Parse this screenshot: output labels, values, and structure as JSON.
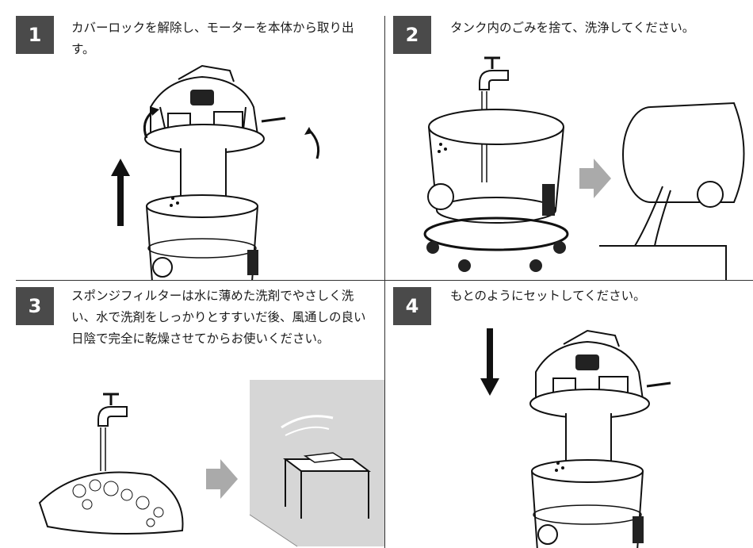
{
  "steps": [
    {
      "number": "1",
      "text": "カバーロックを解除し、モーターを本体から取り出す。"
    },
    {
      "number": "2",
      "text": "タンク内のごみを捨て、洗浄してください。"
    },
    {
      "number": "3",
      "text": "スポンジフィルターは水に薄めた洗剤でやさしく洗い、水で洗剤をしっかりとすすいだ後、風通しの良い日陰で完全に乾燥させてからお使いください。"
    },
    {
      "number": "4",
      "text": "もとのようにセットしてください。"
    }
  ],
  "colors": {
    "badge": "#4a4a4a",
    "arrow_gray": "#aaaaaa",
    "line": "#111111"
  },
  "icons": [
    "up-arrow-icon",
    "rotate-arrow-icon",
    "right-arrow-icon",
    "down-arrow-icon",
    "faucet-icon"
  ]
}
